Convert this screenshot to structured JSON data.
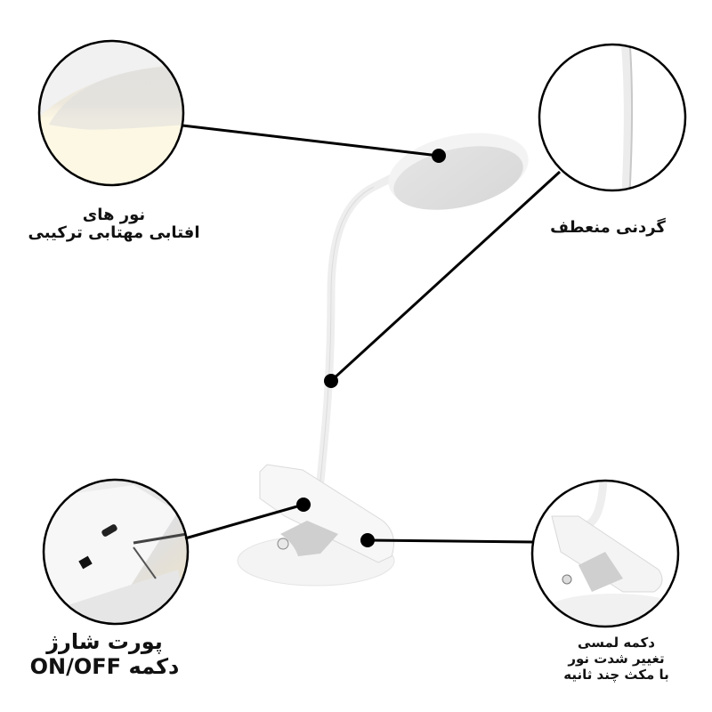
{
  "features": [
    {
      "id": "light-modes",
      "lines": [
        "نور های",
        "افتابی مهتابی ترکیبی"
      ]
    },
    {
      "id": "flexible-neck",
      "lines": [
        "گردنی منعطف"
      ]
    },
    {
      "id": "charging-port",
      "lines": [
        "پورت شارژ",
        "دکمه ON/OFF"
      ],
      "line2_parts": {
        "latin": "ON/OFF",
        "farsi": "دکمه"
      }
    },
    {
      "id": "touch-button",
      "lines": [
        "دکمه لمسی",
        "تغییر شدت نور",
        "با مکث چند ثانیه"
      ]
    }
  ],
  "colors": {
    "background": "#ffffff",
    "callout_line": "#000000",
    "lamp_body": "#f2f2f2",
    "lamp_shade": "#dedede",
    "warm_light": "#fdf8e4"
  }
}
